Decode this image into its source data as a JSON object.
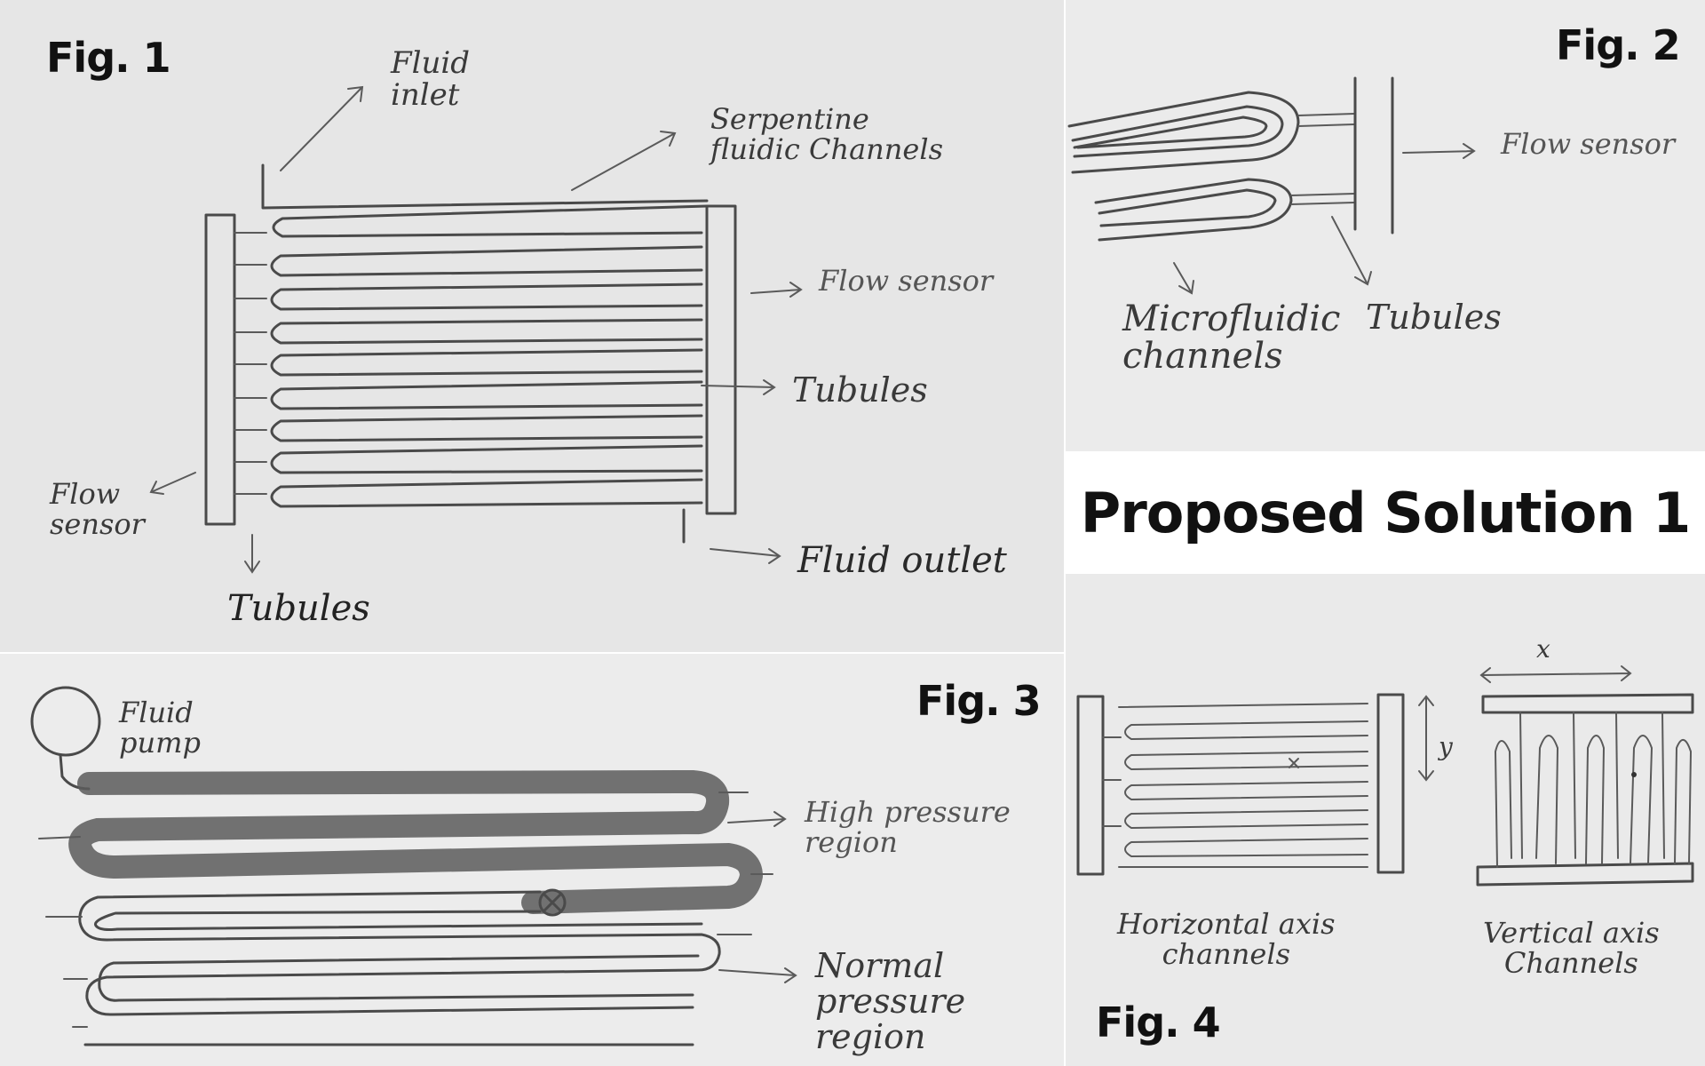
{
  "title": "Proposed Solution 1",
  "fig1": {
    "label": "Fig. 1",
    "fluid_inlet": "Fluid\ninlet",
    "serpentine": "Serpentine\nfluidic Channels",
    "flow_sensor_right": "Flow sensor",
    "tubules_right": "Tubules",
    "flow_sensor_left": "Flow\nsensor",
    "tubules_bottom": "Tubules",
    "fluid_outlet": "Fluid outlet"
  },
  "fig2": {
    "label": "Fig. 2",
    "flow_sensor": "Flow sensor",
    "microfluidic": "Microfluidic\nchannels",
    "tubules": "Tubules"
  },
  "fig3": {
    "label": "Fig. 3",
    "fluid_pump": "Fluid\npump",
    "high_pressure": "High pressure\nregion",
    "normal_pressure": "Normal pressure\nregion"
  },
  "fig4": {
    "label": "Fig. 4",
    "horizontal": "Horizontal axis\nchannels",
    "vertical": "Vertical axis\nChannels",
    "dim_x": "x",
    "dim_y": "y"
  }
}
